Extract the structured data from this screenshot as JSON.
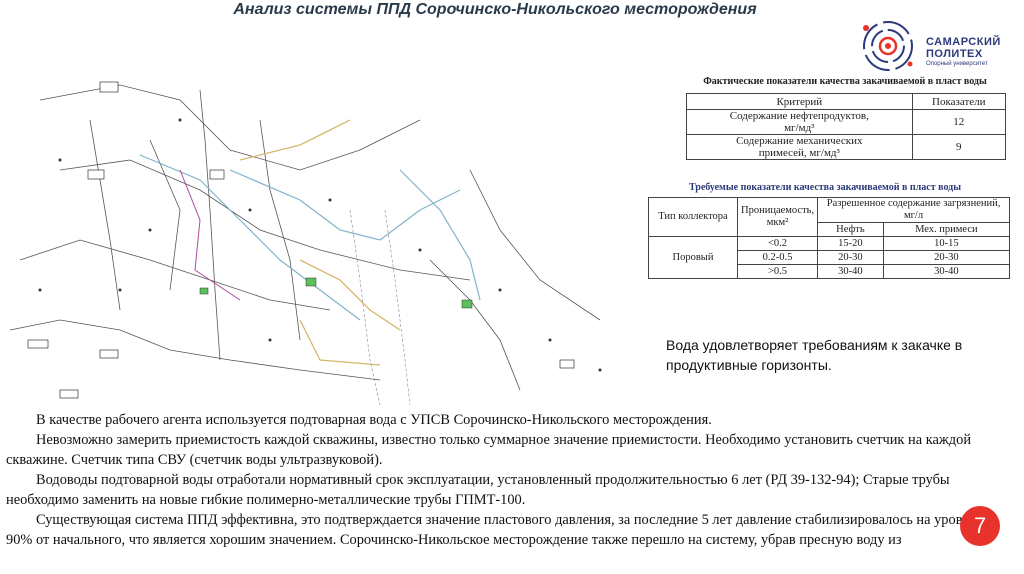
{
  "title": "Анализ системы ППД Сорочинско-Никольского месторождения",
  "logo": {
    "line1": "САМАРСКИЙ",
    "line2": "ПОЛИТЕХ",
    "line3": "Опорный университет"
  },
  "table1": {
    "caption": "Фактические показатели качества закачиваемой в пласт воды",
    "headers": [
      "Критерий",
      "Показатели"
    ],
    "rows": [
      {
        "label_line1": "Содержание нефтепродуктов,",
        "label_line2": "мг/мд³",
        "value": "12"
      },
      {
        "label_line1": "Содержание механических",
        "label_line2": "примесей, мг/мд³",
        "value": "9"
      }
    ]
  },
  "table2": {
    "caption": "Требуемые показатели качества закачиваемой в пласт воды",
    "col1": "Тип коллектора",
    "col2": "Проницаемость, мкм²",
    "col3": "Разрешенное содержание загрязнений, мг/л",
    "sub_oil": "Нефть",
    "sub_mech": "Мех. примеси",
    "collector_type": "Поровый",
    "rows": [
      {
        "perm": "<0.2",
        "oil": "15-20",
        "mech": "10-15"
      },
      {
        "perm": "0.2-0.5",
        "oil": "20-30",
        "mech": "20-30"
      },
      {
        "perm": ">0.5",
        "oil": "30-40",
        "mech": "30-40"
      }
    ]
  },
  "note": "Вода удовлетворяет требованиям к закачке в продуктивные горизонты.",
  "paragraphs": {
    "p1": "В качестве рабочего агента используется подтоварная вода с УПСВ Сорочинско-Никольского месторождения.",
    "p2": "Невозможно замерить приемистость каждой скважины, известно только суммарное значение приемистости. Необходимо установить счетчик на каждой скважине. Счетчик типа СВУ (счетчик воды ультразвуковой).",
    "p3": "Водоводы подтоварной воды отработали нормативный срок эксплуатации, установленный продолжительностью 6 лет (РД 39-132-94); Старые трубы необходимо заменить на новые гибкие полимерно-металлические трубы ГПМТ-100.",
    "p4": "Существующая система ППД эффективна, это подтверждается значение пластового давления, за последние 5 лет давление стабилизировалось на уровне 90% от начального, что является хорошим значением.  Сорочинско-Никольское месторождение также перешло на систему, убрав пресную воду из"
  },
  "page_number": "7",
  "colors": {
    "accent": "#e8322c",
    "brand": "#2b3a7a"
  }
}
